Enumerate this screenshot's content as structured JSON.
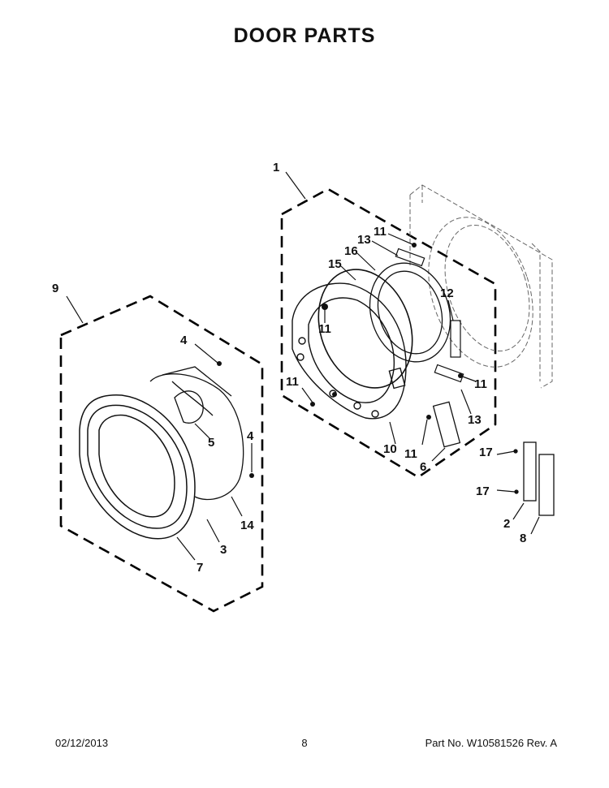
{
  "page_title": "DOOR PARTS",
  "callouts": {
    "c1": "1",
    "c2": "2",
    "c3": "3",
    "c4a": "4",
    "c4b": "4",
    "c5": "5",
    "c6": "6",
    "c7": "7",
    "c8": "8",
    "c9": "9",
    "c10": "10",
    "c11a": "11",
    "c11b": "11",
    "c11c": "11",
    "c11d": "11",
    "c11e": "11",
    "c12": "12",
    "c13a": "13",
    "c13b": "13",
    "c14": "14",
    "c15": "15",
    "c16": "16",
    "c17a": "17",
    "c17b": "17"
  },
  "footer": {
    "date": "02/12/2013",
    "page": "8",
    "part_no": "Part No. W10581526  Rev. A"
  }
}
